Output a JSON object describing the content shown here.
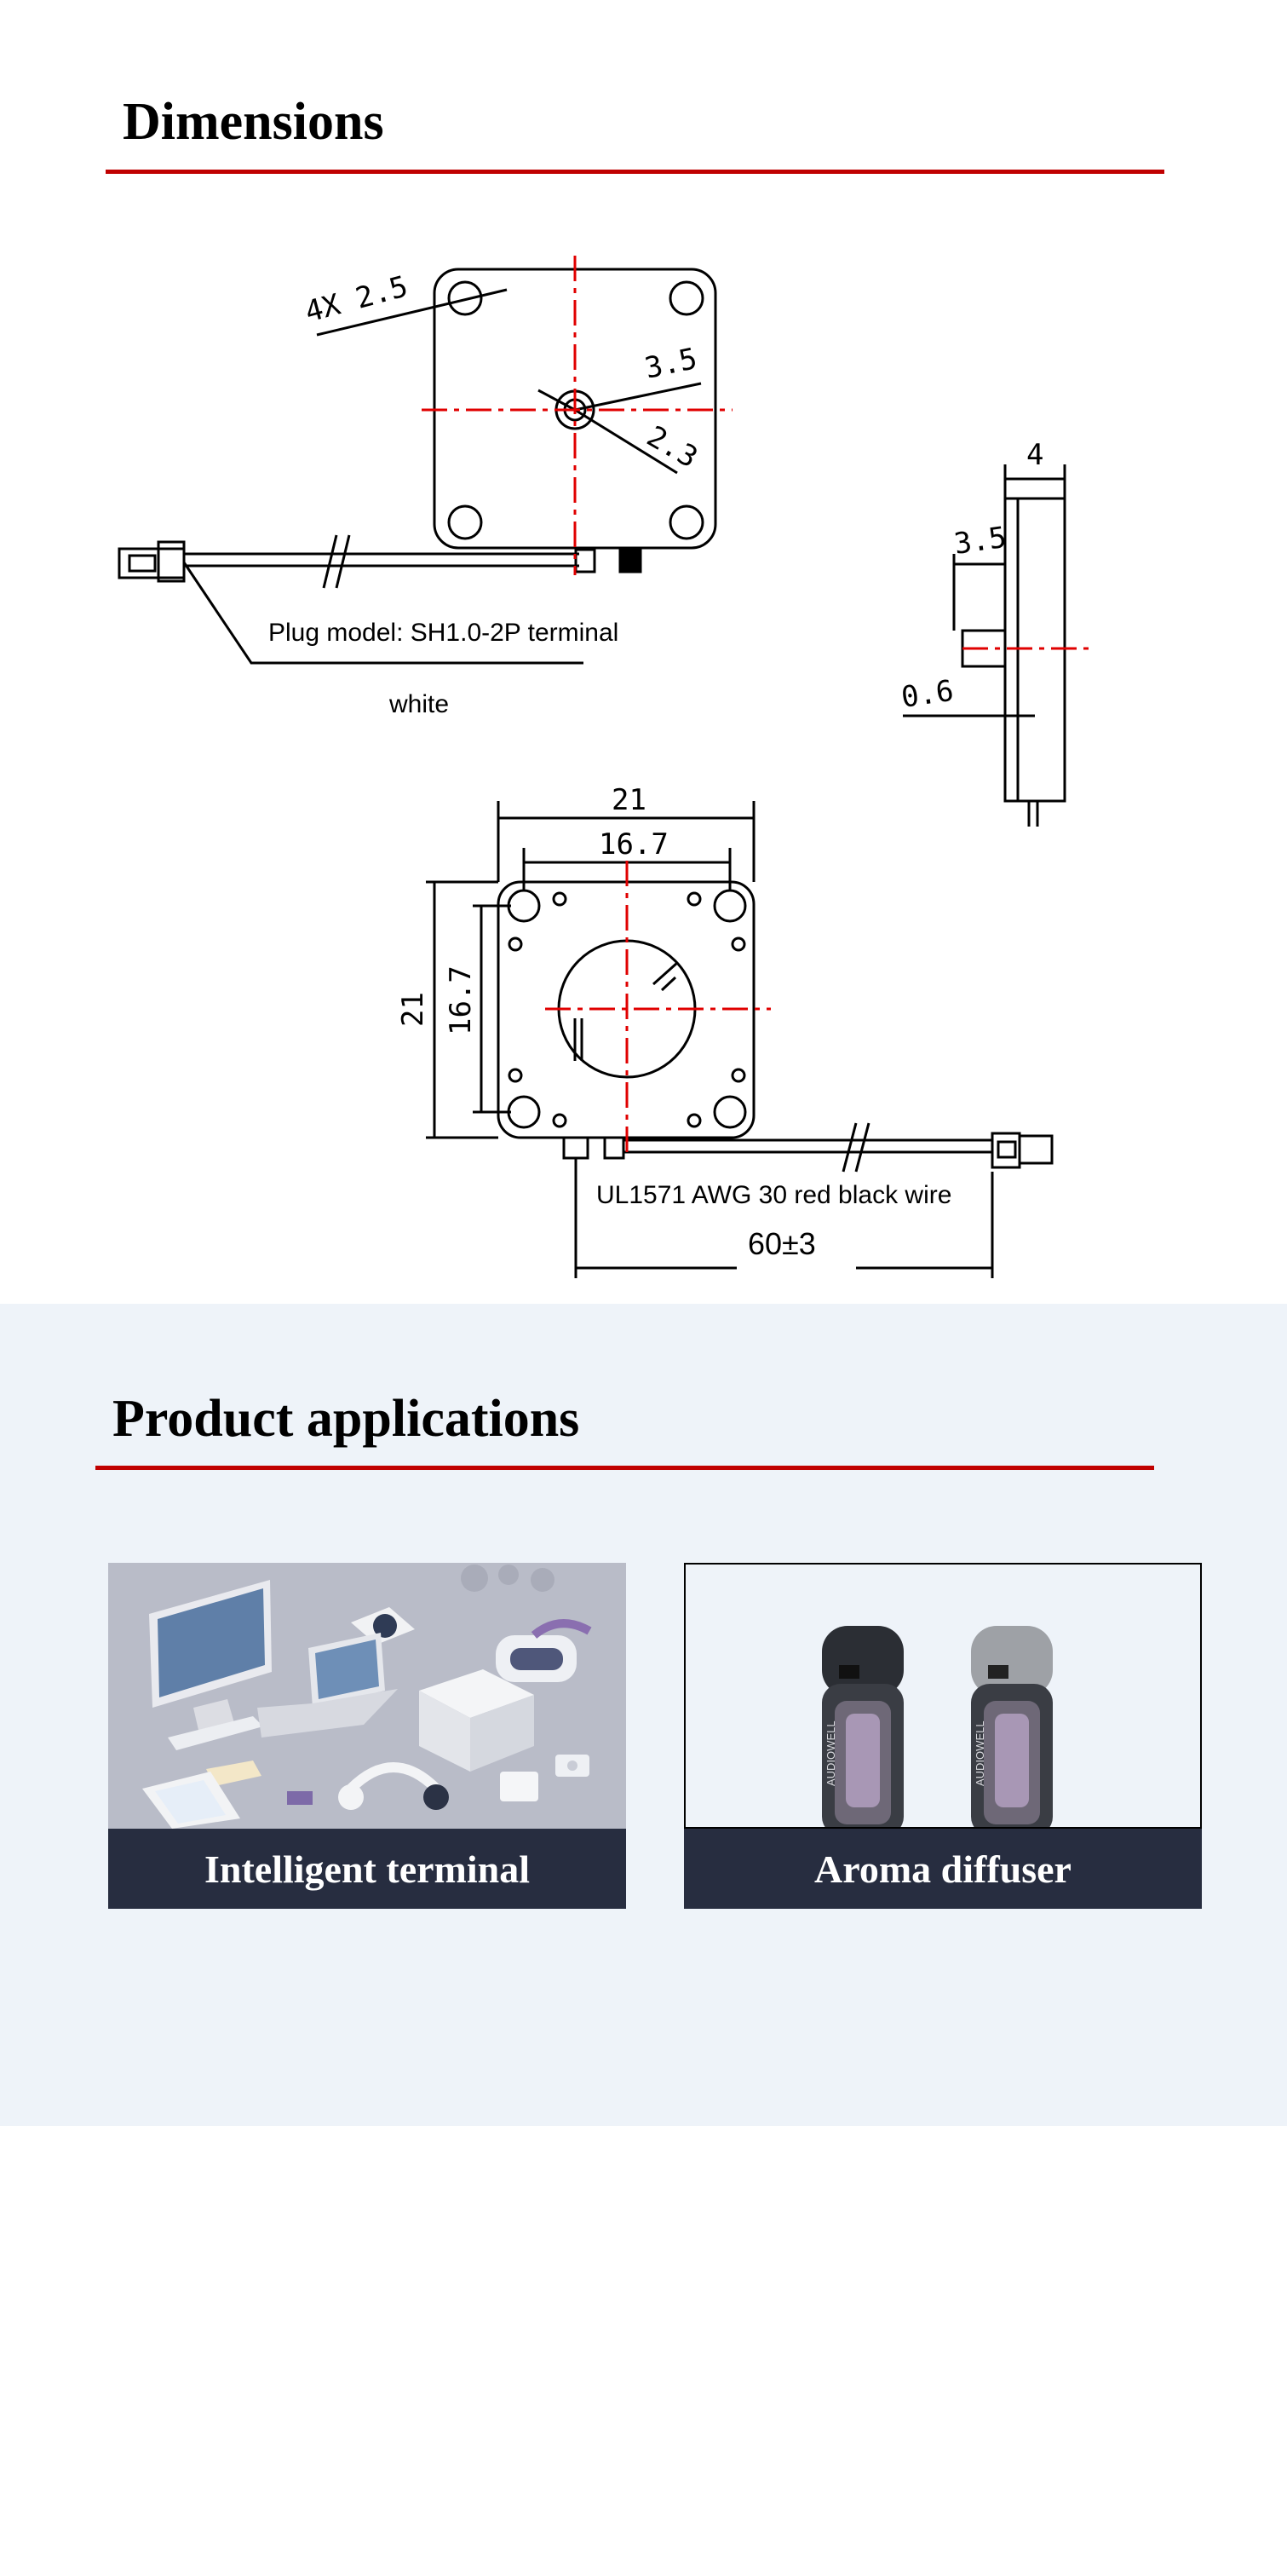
{
  "dimensions": {
    "title": "Dimensions",
    "top_view": {
      "hole_label": "4X 2.5",
      "outer_diameter": "3.5",
      "inner_diameter": "2.3",
      "plug_label": "Plug model: SH1.0-2P terminal",
      "plug_color": "white"
    },
    "side_view": {
      "thickness": "4",
      "shaft_length": "3.5",
      "plate_thickness": "0.6"
    },
    "bottom_view": {
      "width": "21",
      "hole_spacing_x": "16.7",
      "height": "21",
      "hole_spacing_y": "16.7",
      "wire_label": "UL1571 AWG 30 red black wire",
      "wire_length": "60±3"
    }
  },
  "applications": {
    "title": "Product applications",
    "items": [
      {
        "caption": "Intelligent terminal",
        "icon": "electronics-devices-illustration"
      },
      {
        "caption": "Aroma diffuser",
        "icon": "aroma-diffuser-product-photo"
      }
    ],
    "product_brand": "AUDIOWELL"
  },
  "colors": {
    "accent_red": "#c00000",
    "caption_bg": "#272d40",
    "section_bg": "#eef3f9"
  }
}
